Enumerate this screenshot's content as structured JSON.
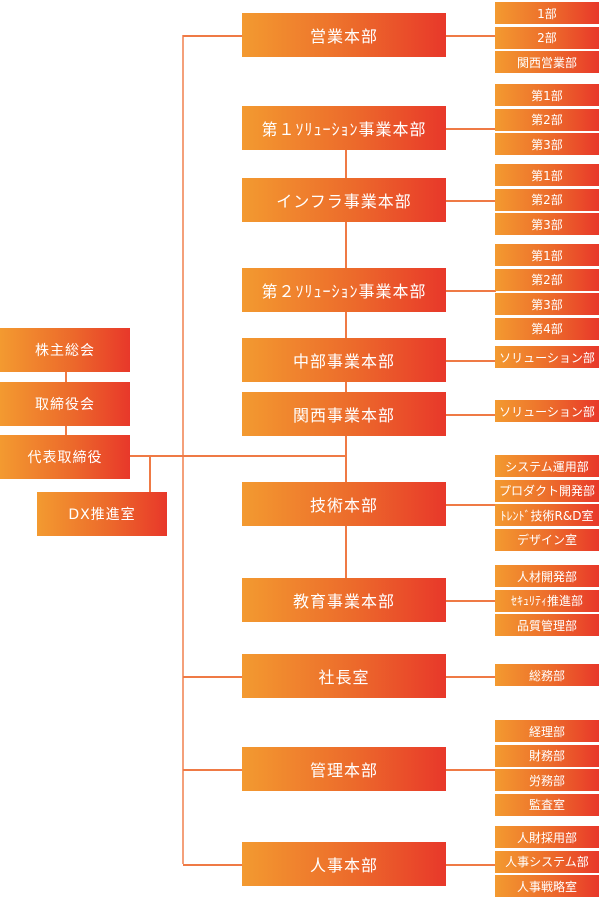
{
  "chart_title": "",
  "colors": {
    "box_start": "#f39a30",
    "box_end": "#e8382a",
    "line": "#ef7a45",
    "text": "#ffffff"
  },
  "left": {
    "shareholders": "株主総会",
    "board": "取締役会",
    "ceo": "代表取締役",
    "dx": "DX推進室"
  },
  "divisions": [
    {
      "name": "営業本部",
      "subs": [
        "1部",
        "2部",
        "関西営業部"
      ]
    },
    {
      "name": "第１ｿﾘｭｰｼｮﾝ事業本部",
      "subs": [
        "第1部",
        "第2部",
        "第3部"
      ]
    },
    {
      "name": "インフラ事業本部",
      "subs": [
        "第1部",
        "第2部",
        "第3部"
      ]
    },
    {
      "name": "第２ｿﾘｭｰｼｮﾝ事業本部",
      "subs": [
        "第1部",
        "第2部",
        "第3部",
        "第4部"
      ]
    },
    {
      "name": "中部事業本部",
      "subs": [
        "ソリューション部"
      ]
    },
    {
      "name": "関西事業本部",
      "subs": [
        "ソリューション部"
      ]
    },
    {
      "name": "技術本部",
      "subs": [
        "システム運用部",
        "プロダクト開発部",
        "ﾄﾚﾝﾄﾞ技術R&D室",
        "デザイン室"
      ]
    },
    {
      "name": "教育事業本部",
      "subs": [
        "人材開発部",
        "ｾｷｭﾘﾃｨ推進部",
        "品質管理部"
      ]
    },
    {
      "name": "社長室",
      "subs": [
        "総務部"
      ]
    },
    {
      "name": "管理本部",
      "subs": [
        "経理部",
        "財務部",
        "労務部",
        "監査室"
      ]
    },
    {
      "name": "人事本部",
      "subs": [
        "人財採用部",
        "人事システム部",
        "人事戦略室"
      ]
    }
  ]
}
